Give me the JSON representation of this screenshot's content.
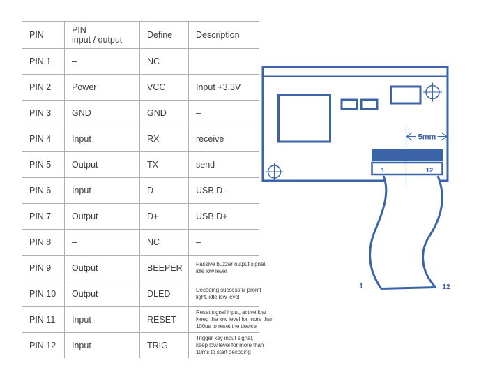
{
  "colors": {
    "diagram_blue": "#3a63a8",
    "grid_line": "#b0b0b0",
    "text": "#3d3d3d"
  },
  "table": {
    "header": {
      "pin": "PIN",
      "io": "PIN\ninput / output",
      "define": "Define",
      "description": "Description"
    },
    "rows": [
      {
        "pin": "PIN 1",
        "io": "–",
        "define": "NC",
        "desc": ""
      },
      {
        "pin": "PIN 2",
        "io": "Power",
        "define": "VCC",
        "desc": "Input +3.3V"
      },
      {
        "pin": "PIN 3",
        "io": "GND",
        "define": "GND",
        "desc": "–"
      },
      {
        "pin": "PIN 4",
        "io": "Input",
        "define": "RX",
        "desc": "receive"
      },
      {
        "pin": "PIN 5",
        "io": "Output",
        "define": "TX",
        "desc": "send"
      },
      {
        "pin": "PIN 6",
        "io": "Input",
        "define": "D-",
        "desc": "USB D-"
      },
      {
        "pin": "PIN 7",
        "io": "Output",
        "define": "D+",
        "desc": "USB D+"
      },
      {
        "pin": "PIN 8",
        "io": "–",
        "define": "NC",
        "desc": "–"
      },
      {
        "pin": "PIN 9",
        "io": "Output",
        "define": "BEEPER",
        "desc": "Passive buzzer output signal,\nidle low level"
      },
      {
        "pin": "PIN 10",
        "io": "Output",
        "define": "DLED",
        "desc": "Decoding successful promt\nlight, idle low level"
      },
      {
        "pin": "PIN 11",
        "io": "Input",
        "define": "RESET",
        "desc": "Reset signal input, active low.\nKeep the low level for more than\n100us to reset the device"
      },
      {
        "pin": "PIN 12",
        "io": "Input",
        "define": "TRIG",
        "desc": "Trigger key input signal,\nkeep low level for more than\n10ms to start decoding"
      }
    ]
  },
  "diagram": {
    "dimension_label": "5mm",
    "connector_pin_left": "1",
    "connector_pin_right": "12",
    "cable_pin_left": "1",
    "cable_pin_right": "12"
  }
}
